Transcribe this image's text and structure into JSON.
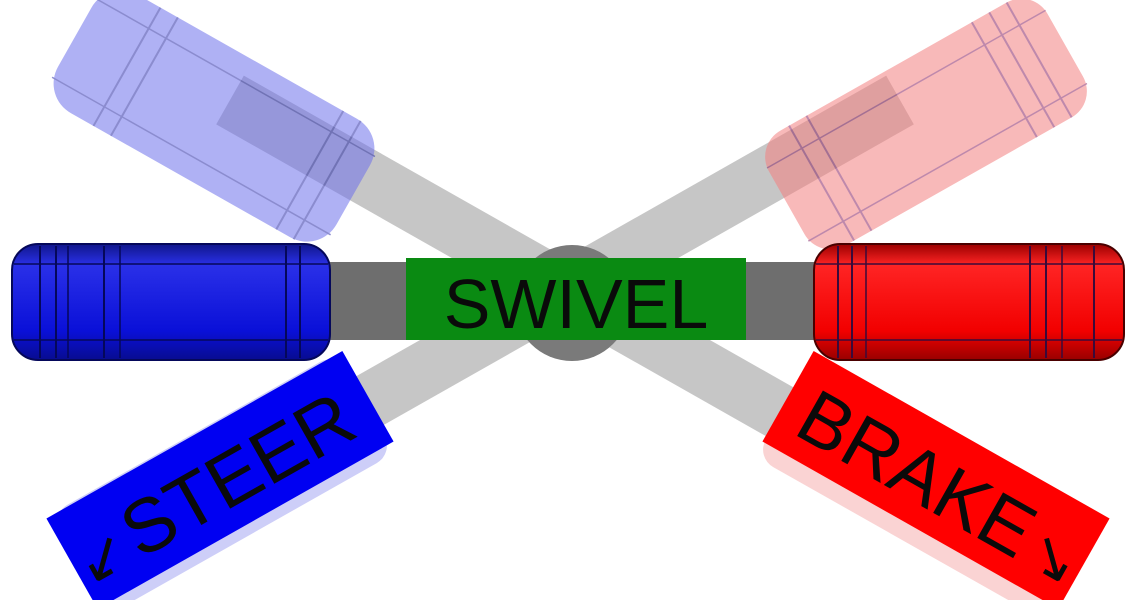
{
  "labels": {
    "swivel": "SWIVEL",
    "steer": "STEER",
    "brake": "BRAKE",
    "steer_arrow": "↙",
    "brake_arrow": "↘"
  },
  "colors": {
    "steer_blue": "#0a10e0",
    "steer_blue_light": "#8a8cf0",
    "brake_red": "#ff0a0a",
    "brake_red_light": "#f59a9a",
    "swivel_green": "#0a8a12",
    "shaft_dark": "#6e6e6e",
    "shaft_light": "#c4c4c4",
    "hub": "#7a7a7a",
    "text": "#0a0a0a"
  },
  "icons": {
    "steer_arrow": "arrow-down-left-icon",
    "brake_arrow": "arrow-down-right-icon"
  }
}
